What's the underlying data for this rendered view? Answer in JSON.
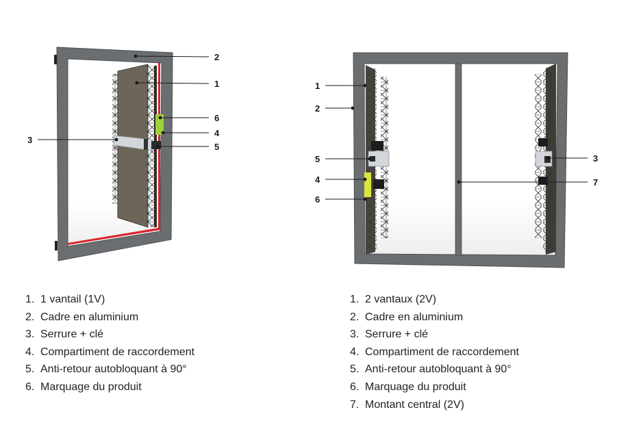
{
  "colors": {
    "frame": "#6a6e71",
    "frame_dark": "#4d5053",
    "panel": "#6b6256",
    "panel_dark": "#3f3b35",
    "gasket": "#d7262d",
    "label_green": "#9ed13b",
    "label_yellow": "#d8e63a",
    "lock": "#d3d6da"
  },
  "left_diagram": {
    "callouts": [
      "2",
      "1",
      "6",
      "4",
      "5",
      "3"
    ]
  },
  "right_diagram": {
    "callouts": [
      "1",
      "2",
      "5",
      "4",
      "6",
      "3",
      "7"
    ]
  },
  "legend_left": [
    {
      "num": "1.",
      "text": "1 vantail (1V)"
    },
    {
      "num": "2.",
      "text": "Cadre en aluminium"
    },
    {
      "num": "3.",
      "text": "Serrure + clé"
    },
    {
      "num": "4.",
      "text": "Compartiment de raccordement"
    },
    {
      "num": "5.",
      "text": "Anti-retour autobloquant à 90°"
    },
    {
      "num": "6.",
      "text": "Marquage du produit"
    }
  ],
  "legend_right": [
    {
      "num": "1.",
      "text": "2 vantaux (2V)"
    },
    {
      "num": "2.",
      "text": "Cadre en aluminium"
    },
    {
      "num": "3.",
      "text": "Serrure + clé"
    },
    {
      "num": "4.",
      "text": "Compartiment de raccordement"
    },
    {
      "num": "5.",
      "text": "Anti-retour autobloquant à 90°"
    },
    {
      "num": "6.",
      "text": "Marquage du produit"
    },
    {
      "num": "7.",
      "text": "Montant central (2V)"
    }
  ]
}
